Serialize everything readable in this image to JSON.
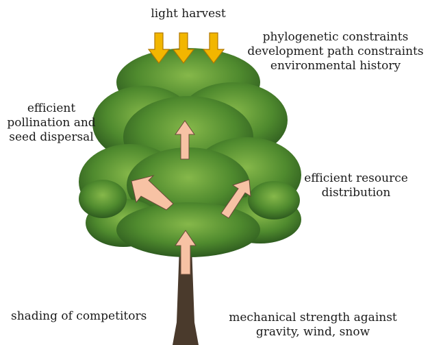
{
  "labels": {
    "light_harvest": "light harvest",
    "constraints": "phylogenetic constraints\ndevelopment  path constraints\nenvironmental history",
    "pollination": "efficient\npollination and\nseed dispersal",
    "resource": "efficient  resource\ndistribution",
    "shading": "shading  of competitors",
    "mechanical": "mechanical strength against\ngravity, wind, snow"
  },
  "colors": {
    "harvest_arrow": "#f2b600",
    "harvest_arrow_outline": "#b07800",
    "growth_arrow": "#f7c2a4",
    "growth_arrow_outline": "#6b4a3a",
    "foliage_dark": "#2e5b1f",
    "foliage_mid": "#4f8a2e",
    "foliage_light": "#86b84a",
    "trunk": "#4a3a2c"
  },
  "icons": {
    "harvest_arrows": "down-arrow-icon",
    "growth_arrows": "up-arrow-icon",
    "tree": "tree-illustration"
  }
}
